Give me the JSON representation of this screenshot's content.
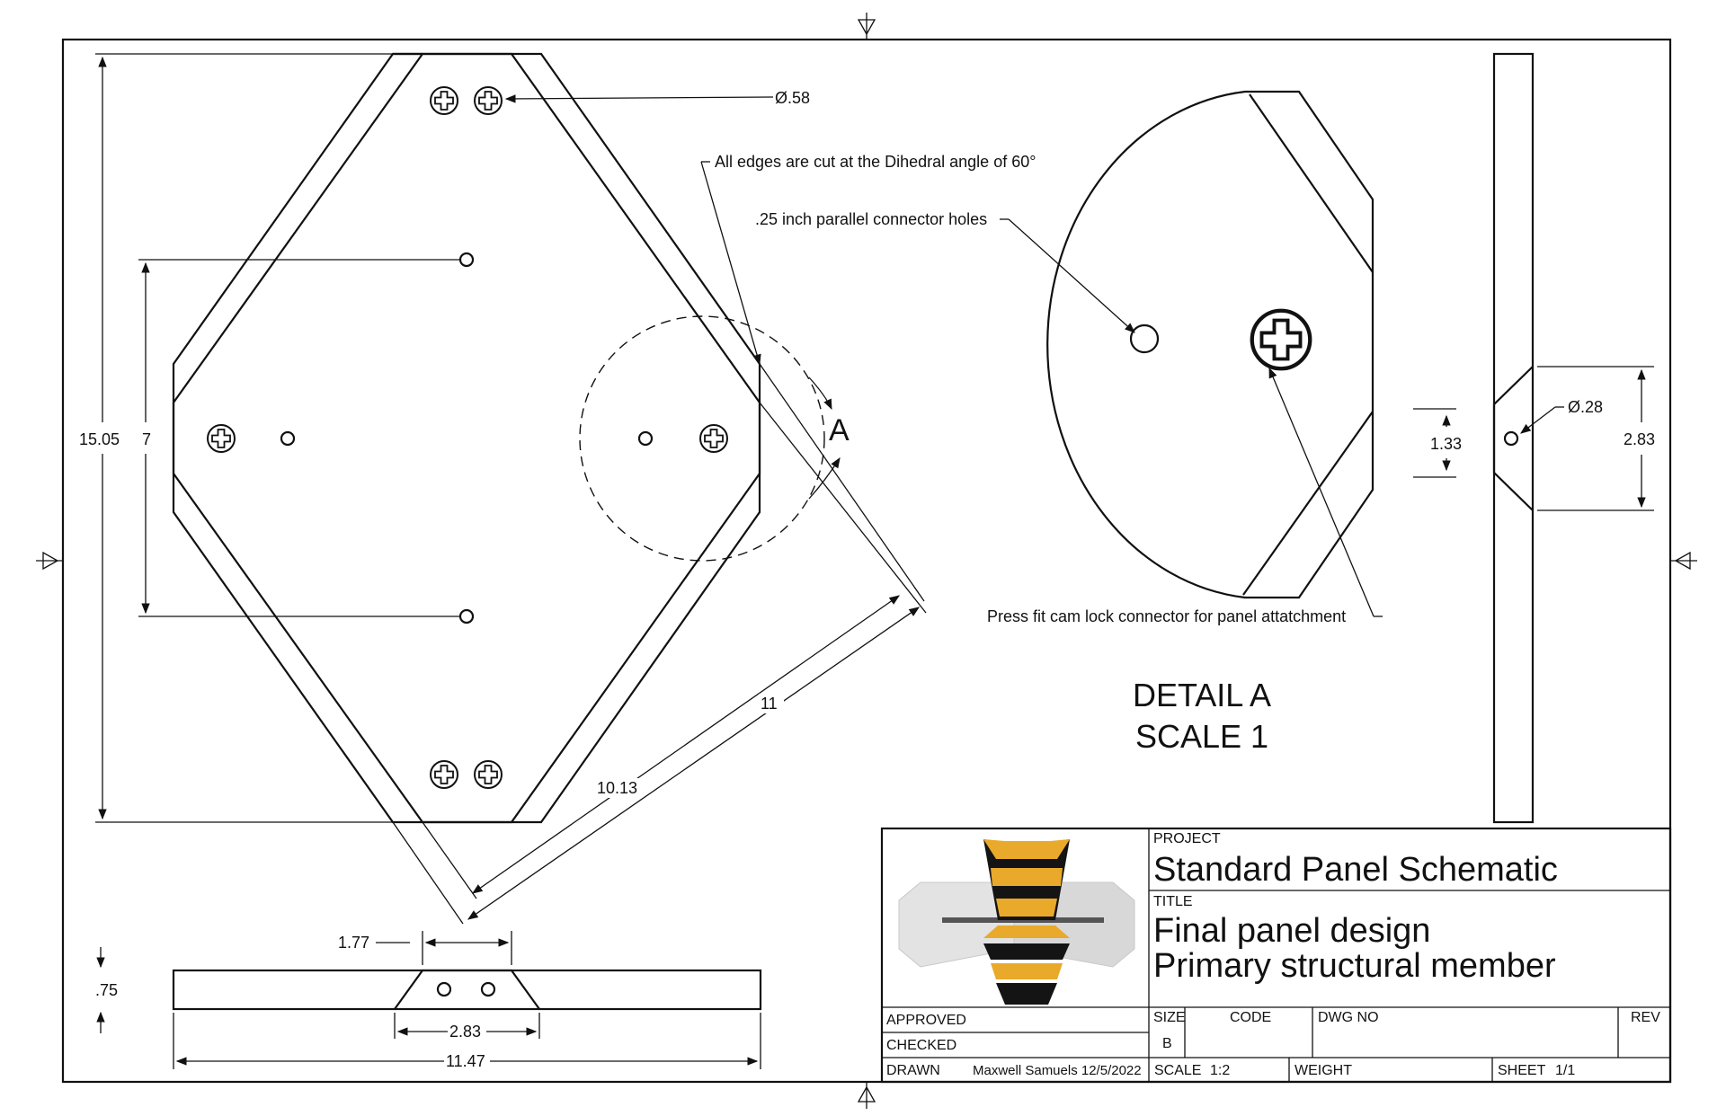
{
  "front_view": {
    "dims": {
      "hole_dia": "Ø.58",
      "height": "15.05",
      "hole_spacing": "7",
      "edge_length": "10.13",
      "width": "11"
    },
    "notes": {
      "dihedral": "All edges are cut at the Dihedral angle of 60°"
    },
    "detail_label": "A"
  },
  "detail_view": {
    "notes": {
      "connector_holes": ".25 inch parallel connector holes",
      "cam_lock": "Press fit cam lock connector for panel attatchment"
    },
    "title": "DETAIL A",
    "scale": "SCALE 1"
  },
  "side_view": {
    "dims": {
      "hole_dia": "Ø.28",
      "offset": "1.33",
      "chamfer_span": "2.83"
    }
  },
  "bottom_view": {
    "dims": {
      "top_width": "1.77",
      "thickness": ".75",
      "bottom_width": "2.83",
      "length": "11.47"
    }
  },
  "title_block": {
    "project_label": "PROJECT",
    "project": "Standard Panel Schematic",
    "title_label": "TITLE",
    "title_line1": "Final panel design",
    "title_line2": "Primary structural member",
    "approved_label": "APPROVED",
    "checked_label": "CHECKED",
    "drawn_label": "DRAWN",
    "drawn_by": "Maxwell Samuels 12/5/2022",
    "size_label": "SIZE",
    "size": "B",
    "code_label": "CODE",
    "dwg_label": "DWG NO",
    "rev_label": "REV",
    "scale_label": "SCALE",
    "scale": "1:2",
    "weight_label": "WEIGHT",
    "sheet_label": "SHEET",
    "sheet": "1/1"
  },
  "colors": {
    "line": "#111111",
    "logo_yellow": "#E9A92A",
    "logo_black": "#141414",
    "logo_grey": "#DADADA"
  }
}
